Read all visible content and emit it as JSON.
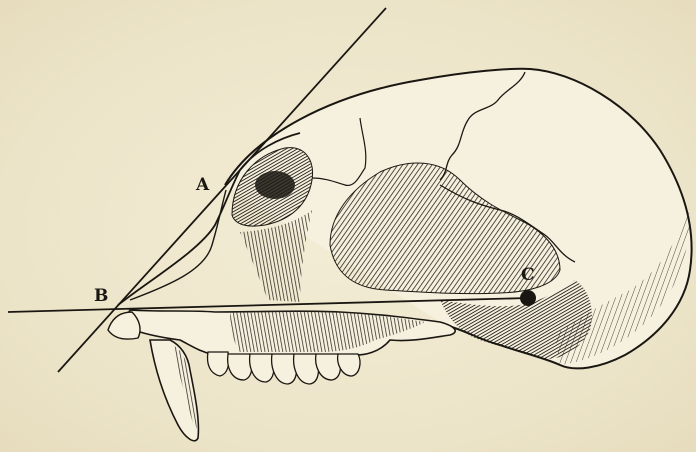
{
  "figure": {
    "subject": "skull-profile-engraving",
    "colors": {
      "paper": "#efe8cf",
      "ink": "#1a1712",
      "hatch": "#2b2620"
    },
    "points": [
      {
        "id": "A",
        "label": "A"
      },
      {
        "id": "B",
        "label": "B"
      },
      {
        "id": "C",
        "label": "C"
      }
    ],
    "lines": [
      {
        "id": "facial-line",
        "from": "B",
        "through": "A"
      },
      {
        "id": "horizontal-line",
        "from": "B",
        "through": "C"
      }
    ]
  }
}
